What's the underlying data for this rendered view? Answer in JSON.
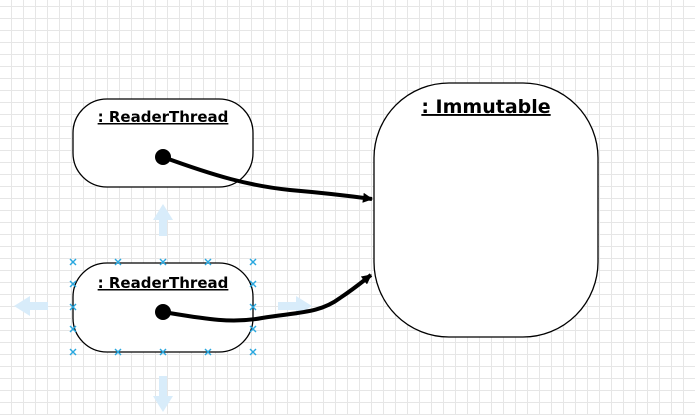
{
  "diagram": {
    "objects": [
      {
        "id": "reader-thread-1",
        "label": ": ReaderThread"
      },
      {
        "id": "reader-thread-2",
        "label": ": ReaderThread",
        "selected": true
      },
      {
        "id": "immutable",
        "label": ": Immutable"
      }
    ],
    "edges": [
      {
        "from": "reader-thread-1",
        "to": "immutable"
      },
      {
        "from": "reader-thread-2",
        "to": "immutable"
      }
    ]
  },
  "colors": {
    "stroke": "#000000",
    "fill": "#ffffff",
    "selection_handle": "#29a8e0",
    "hover_arrow": "#d8ecfa",
    "grid": "#e6e6e6"
  }
}
